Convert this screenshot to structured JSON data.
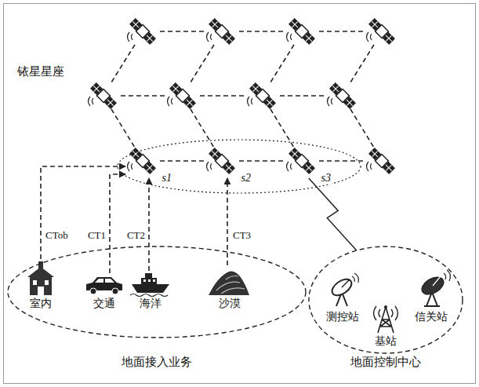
{
  "diagram": {
    "nodes": [
      {
        "text": [
          "s1"
        ]
      },
      {
        "text": [
          "s2"
        ]
      },
      {
        "text": [
          "s3"
        ]
      },
      {
        "text": [
          "地面接入业务"
        ]
      },
      {
        "text": [
          "室内"
        ],
        "in": 3
      },
      {
        "text": [
          "交通"
        ],
        "in": 3
      },
      {
        "text": [
          "海洋"
        ],
        "in": 3
      },
      {
        "text": [
          "沙漠"
        ],
        "in": 3
      },
      {
        "text": [
          "地面控制中心"
        ]
      },
      {
        "text": [
          "测控站"
        ],
        "in": 8
      },
      {
        "text": [
          "基站"
        ],
        "in": 8
      },
      {
        "text": [
          "信关站"
        ],
        "in": 8
      }
    ],
    "edges": [
      {
        "from": 4,
        "to": 0,
        "arrow": "to",
        "label": "CTob"
      },
      {
        "from": 5,
        "to": 0,
        "arrow": "to",
        "label": "CT1"
      },
      {
        "from": 6,
        "to": 0,
        "arrow": "to",
        "label": "CT2"
      },
      {
        "from": 7,
        "to": 1,
        "arrow": "to",
        "label": "CT3"
      },
      {
        "from": 0,
        "to": 1,
        "arrow": "none"
      },
      {
        "from": 1,
        "to": 2,
        "arrow": "none"
      },
      {
        "from": 2,
        "to": 8,
        "arrow": "none"
      }
    ],
    "labels": [
      "铱星星座"
    ]
  }
}
